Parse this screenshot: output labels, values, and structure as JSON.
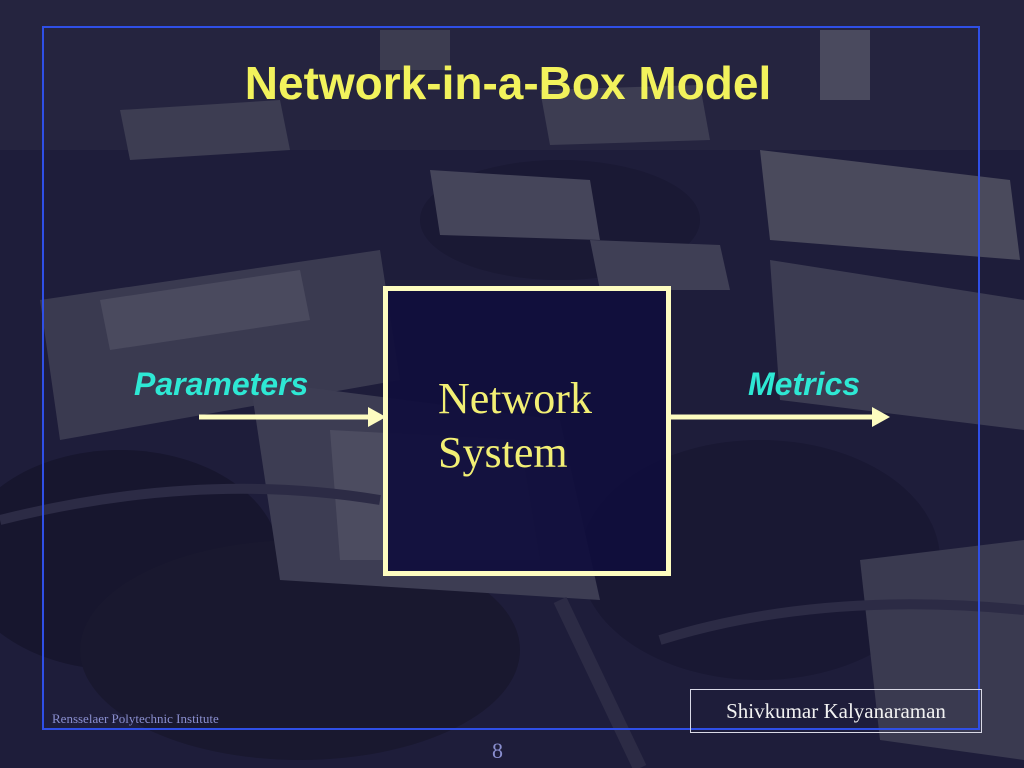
{
  "slide": {
    "title": "Network-in-a-Box Model",
    "box_line1": "Network",
    "box_line2": "System",
    "input_label": "Parameters",
    "output_label": "Metrics",
    "author": "Shivkumar Kalyanaraman",
    "institute": "Rensselaer Polytechnic Institute",
    "page_number": "8"
  },
  "colors": {
    "title": "#f2f25c",
    "labels": "#2ee8d4",
    "box_border": "#fdfcc0",
    "box_text": "#f2ef74",
    "frame": "#2f4fe6",
    "background": "#1d1c38"
  }
}
